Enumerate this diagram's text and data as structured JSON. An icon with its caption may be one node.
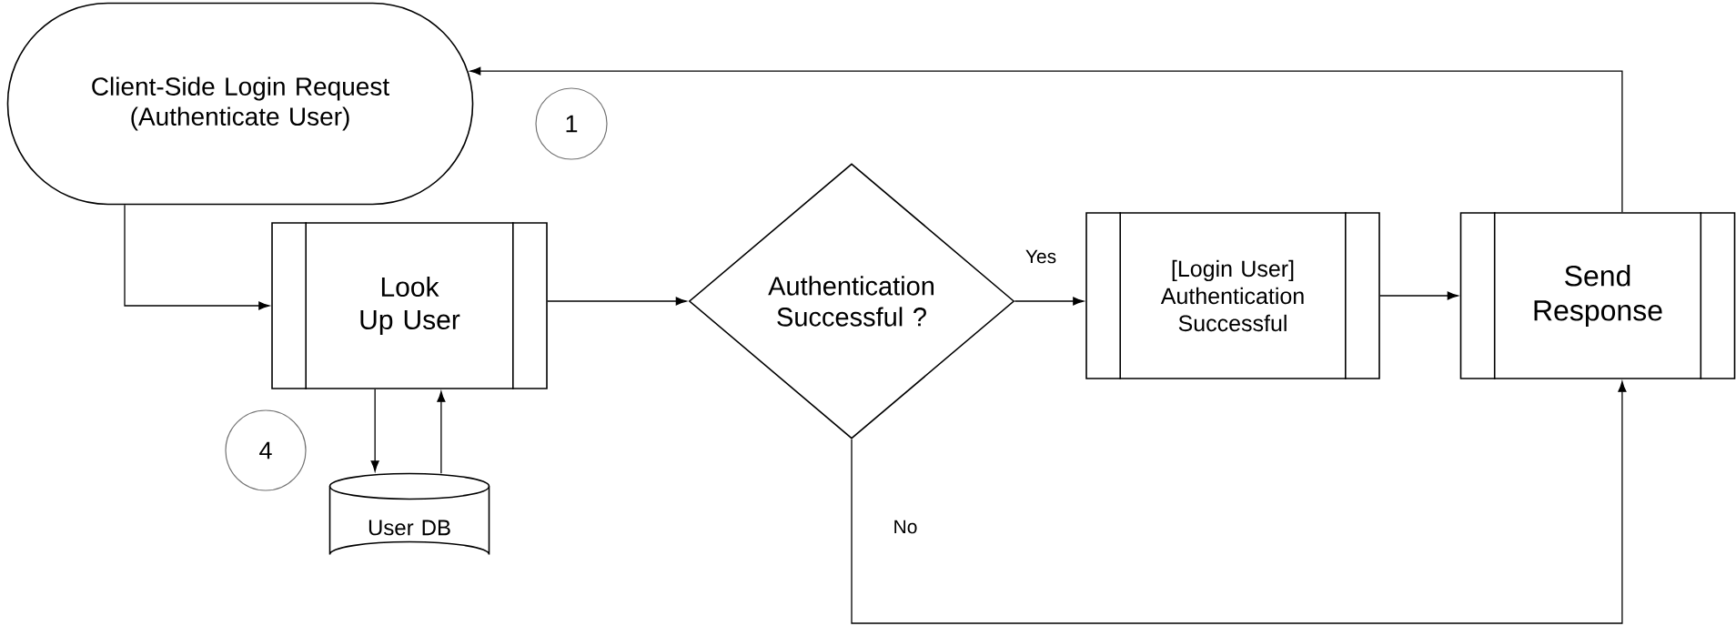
{
  "diagram": {
    "nodes": [
      {
        "text": [
          "Client-Side Login Request (Authenticate User)"
        ]
      },
      {
        "text": [
          "1"
        ]
      },
      {
        "text": [
          "Look Up User"
        ]
      },
      {
        "text": [
          "4"
        ]
      },
      {
        "text": [
          "User DB"
        ]
      },
      {
        "text": [
          "Authentication Successful ?"
        ]
      },
      {
        "text": [
          "[Login User] Authentication Successful"
        ]
      },
      {
        "text": [
          "Send Response"
        ]
      }
    ],
    "edges": [
      {
        "from": 0,
        "to": 2,
        "arrow": "to"
      },
      {
        "from": 2,
        "to": 4,
        "arrow": "to"
      },
      {
        "from": 4,
        "to": 2,
        "arrow": "to"
      },
      {
        "from": 2,
        "to": 5,
        "arrow": "to"
      },
      {
        "from": 5,
        "to": 6,
        "arrow": "to",
        "label": "Yes"
      },
      {
        "from": 6,
        "to": 7,
        "arrow": "to"
      },
      {
        "from": 7,
        "to": 0,
        "arrow": "to"
      },
      {
        "from": 5,
        "to": 7,
        "arrow": "to",
        "label": "No"
      }
    ]
  }
}
